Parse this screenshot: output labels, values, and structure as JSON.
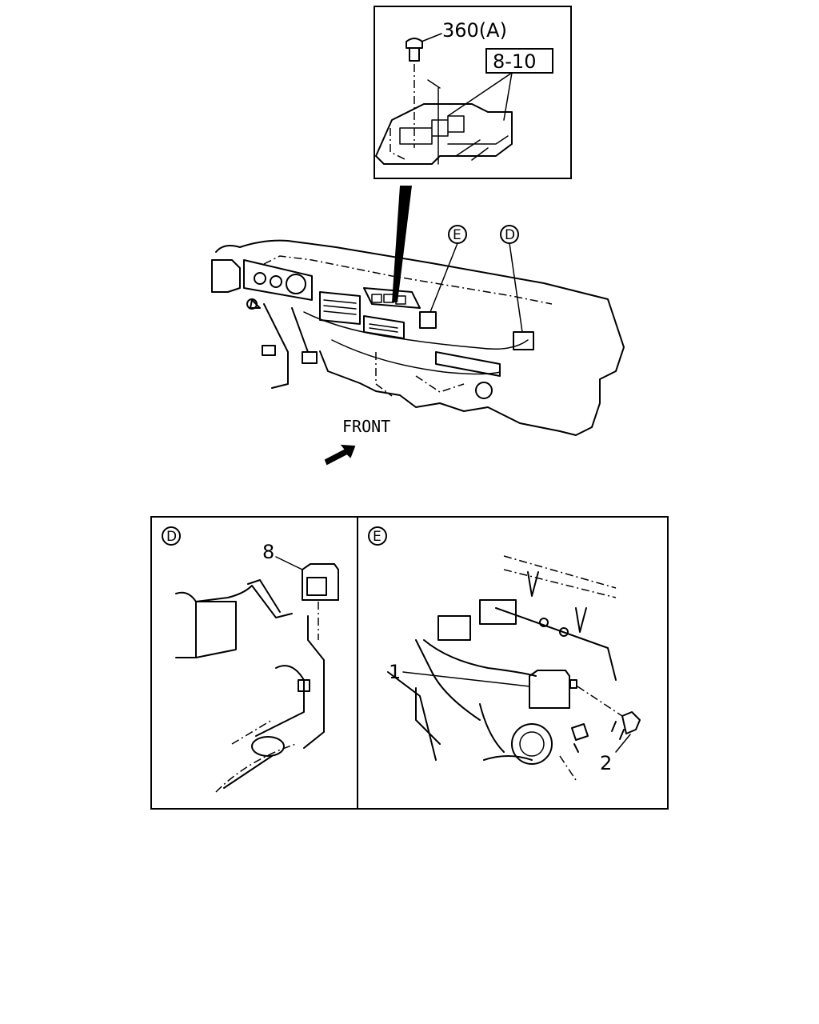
{
  "callouts": {
    "bolt_ref": "360(A)",
    "section_ref": "8-10",
    "view_e": "E",
    "view_d": "D",
    "front": "FRONT"
  },
  "detail_d": {
    "tag": "D",
    "part_8": "8"
  },
  "detail_e": {
    "tag": "E",
    "part_1": "1",
    "part_2": "2"
  }
}
